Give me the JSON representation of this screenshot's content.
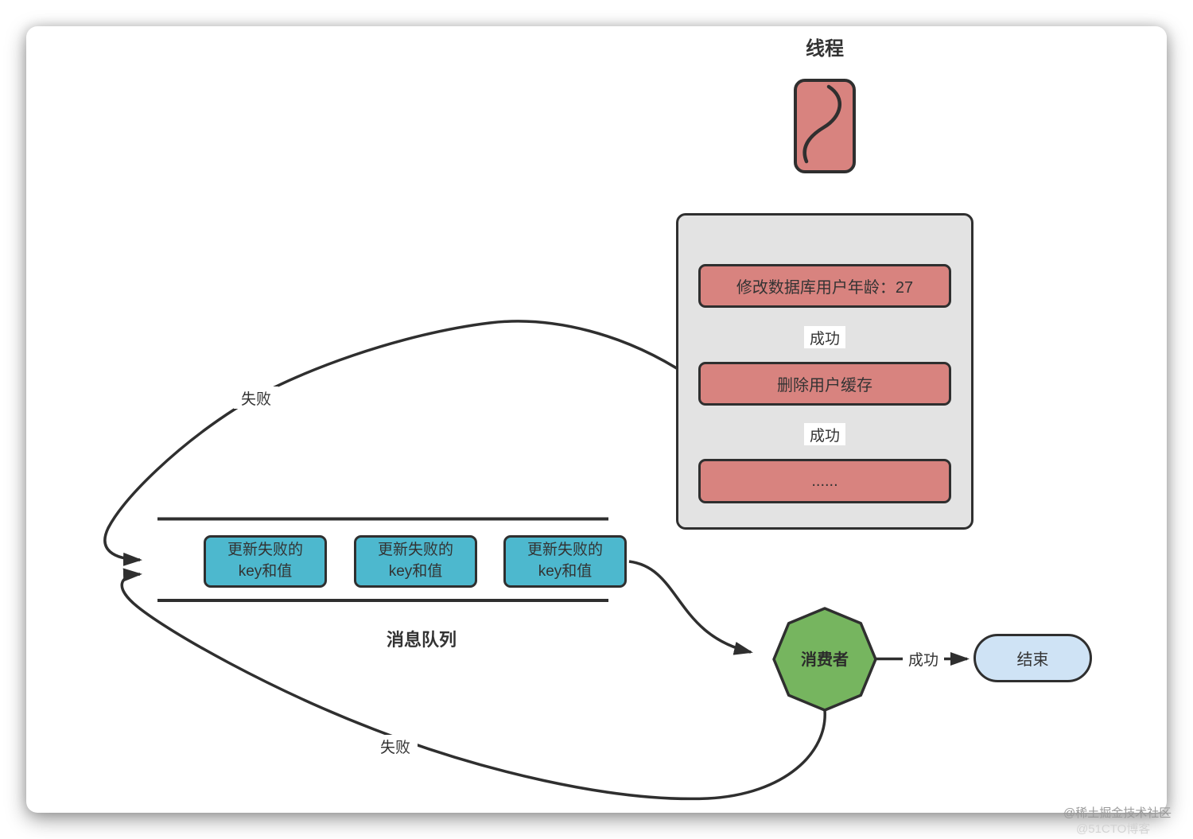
{
  "thread": {
    "title": "线程",
    "icon": "thread-squiggle-icon"
  },
  "process": {
    "steps": [
      {
        "label": "修改数据库用户年龄：27"
      },
      {
        "label": "删除用户缓存"
      },
      {
        "label": "......"
      }
    ],
    "success_labels": [
      "成功",
      "成功"
    ]
  },
  "queue": {
    "title": "消息队列",
    "items": [
      {
        "line1": "更新失败的",
        "line2": "key和值"
      },
      {
        "line1": "更新失败的",
        "line2": "key和值"
      },
      {
        "line1": "更新失败的",
        "line2": "key和值"
      }
    ]
  },
  "consumer": {
    "label": "消费者"
  },
  "end_node": {
    "label": "结束"
  },
  "edges": {
    "consumer_success": "成功",
    "cache_delete_fail": "失败",
    "consumer_fail": "失败"
  },
  "watermarks": {
    "primary": "@稀土掘金技术社区",
    "secondary": "@51CTO博客"
  },
  "colors": {
    "step_red": "#D8837F",
    "queue_teal": "#4DB8CE",
    "consumer_green": "#76B55F",
    "end_blue": "#CFE3F5",
    "container_gray": "#E3E3E3",
    "stroke_dark": "#2F2F2F"
  }
}
